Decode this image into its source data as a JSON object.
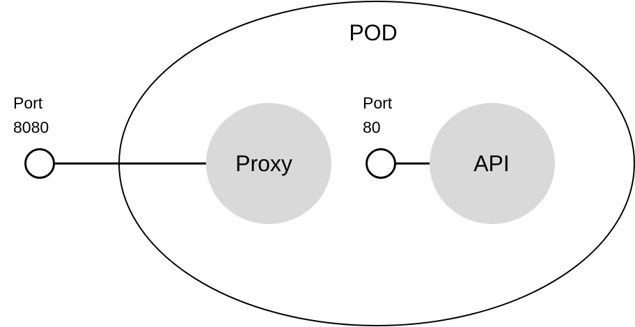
{
  "pod": {
    "label": "POD"
  },
  "external_port": {
    "line1": "Port",
    "line2": "8080"
  },
  "internal_port": {
    "line1": "Port",
    "line2": "80"
  },
  "proxy": {
    "label": "Proxy"
  },
  "api": {
    "label": "API"
  },
  "colors": {
    "stroke": "#000000",
    "node_fill": "#d9d9d9",
    "port_fill": "#ffffff",
    "background": "#ffffff"
  }
}
